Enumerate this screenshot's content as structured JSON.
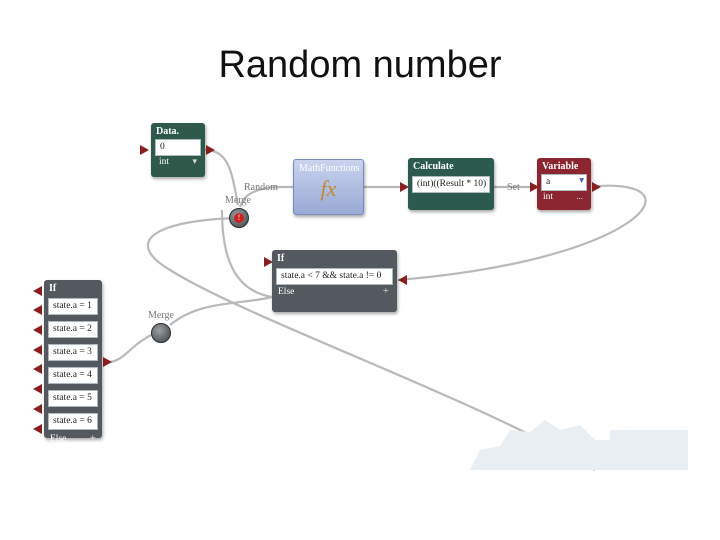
{
  "slide": {
    "title": "Random number"
  },
  "data_node": {
    "title": "Data.",
    "value": "0",
    "type": "int"
  },
  "math_node": {
    "title": "MathFunctions",
    "symbol": "fx"
  },
  "calc_node": {
    "title": "Calculate",
    "expression": "(int)((Result * 10)"
  },
  "var_node": {
    "title": "Variable",
    "value": "a",
    "type": "int",
    "more": "..."
  },
  "if_mid": {
    "title": "If",
    "condition": "state.a < 7 && state.a != 0",
    "else": "Else"
  },
  "if_left": {
    "title": "If",
    "conditions": [
      "state.a = 1",
      "state.a = 2",
      "state.a = 3",
      "state.a = 4",
      "state.a = 5",
      "state.a = 6"
    ],
    "else": "Else"
  },
  "labels": {
    "random": "Random",
    "set": "Set",
    "merge_top": "Merge",
    "merge_mid": "Merge"
  },
  "colors": {
    "data": "#2f5a4b",
    "math": "#a9b8dc",
    "calc": "#2d5a4f",
    "variable": "#8b2530",
    "if": "#53595f"
  }
}
